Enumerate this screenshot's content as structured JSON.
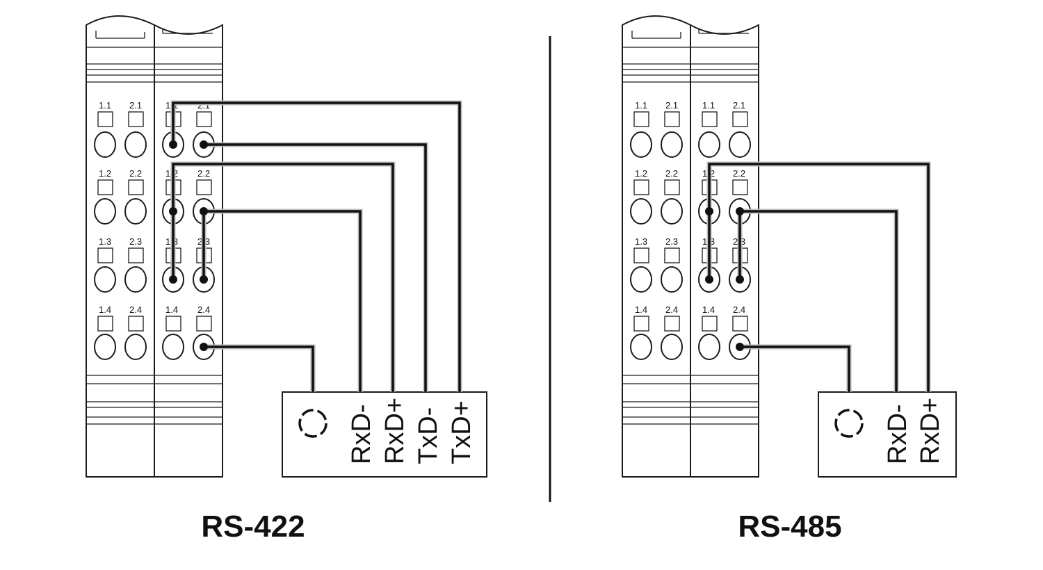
{
  "panels": [
    {
      "title": "RS-422",
      "slot_labels": {
        "left": [
          "1.1",
          "2.1",
          "1.2",
          "2.2",
          "1.3",
          "2.3",
          "1.4",
          "2.4"
        ],
        "right": [
          "1.1",
          "2.1",
          "1.2",
          "2.2",
          "1.3",
          "2.3",
          "1.4",
          "2.4"
        ]
      },
      "terminals": [
        "RxD-",
        "RxD+",
        "TxD-",
        "TxD+"
      ]
    },
    {
      "title": "RS-485",
      "slot_labels": {
        "left": [
          "1.1",
          "2.1",
          "1.2",
          "2.2",
          "1.3",
          "2.3",
          "1.4",
          "2.4"
        ],
        "right": [
          "1.1",
          "2.1",
          "1.2",
          "2.2",
          "1.3",
          "2.3",
          "1.4",
          "2.4"
        ]
      },
      "terminals": [
        "RxD-",
        "RxD+"
      ]
    }
  ]
}
